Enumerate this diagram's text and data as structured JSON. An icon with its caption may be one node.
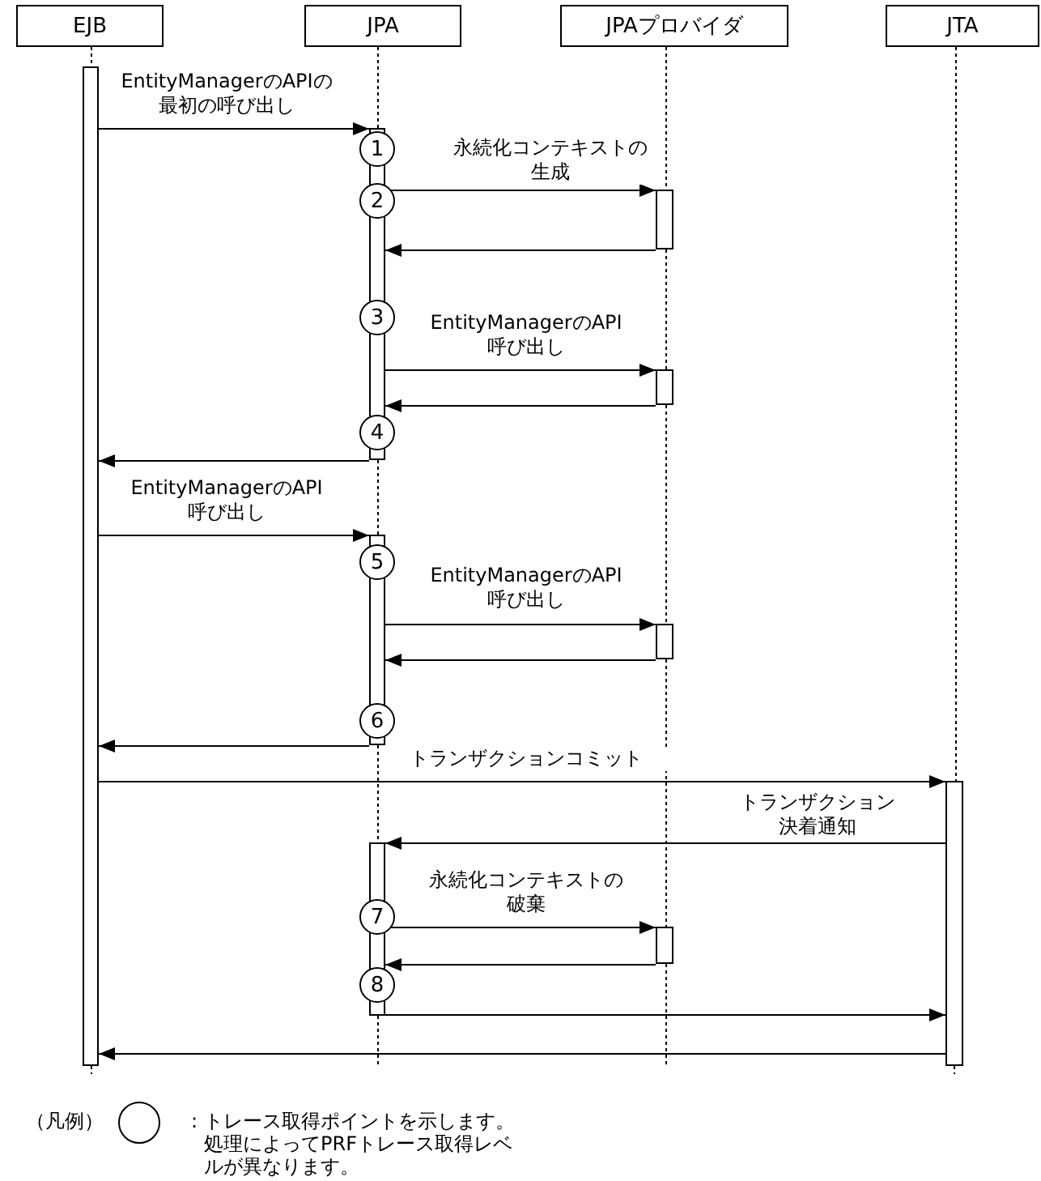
{
  "diagram": {
    "nodes": [
      {
        "text": [
          "EJB"
        ]
      },
      {
        "text": [
          "JPA"
        ]
      },
      {
        "text": [
          "JPAプロバイダ"
        ]
      },
      {
        "text": [
          "JTA"
        ]
      },
      {
        "text": [],
        "shape": "bar"
      },
      {
        "text": [],
        "shape": "bar"
      },
      {
        "text": [
          "1"
        ]
      },
      {
        "text": [
          "2"
        ]
      },
      {
        "text": [],
        "shape": "bar"
      },
      {
        "text": [
          "3"
        ]
      },
      {
        "text": [],
        "shape": "bar"
      },
      {
        "text": [
          "4"
        ]
      },
      {
        "text": [],
        "shape": "bar"
      },
      {
        "text": [
          "5"
        ]
      },
      {
        "text": [],
        "shape": "bar"
      },
      {
        "text": [
          "6"
        ]
      },
      {
        "text": [],
        "shape": "bar"
      },
      {
        "text": [],
        "shape": "bar"
      },
      {
        "text": [
          "7"
        ]
      },
      {
        "text": [],
        "shape": "bar"
      },
      {
        "text": [
          "8"
        ]
      }
    ],
    "edges": [
      {
        "from": 4,
        "to": 5,
        "arrow": "to",
        "label": "EntityManagerのAPIの最初の呼び出し"
      },
      {
        "from": 5,
        "to": 8,
        "arrow": "to",
        "label": "永続化コンテキストの生成"
      },
      {
        "from": 8,
        "to": 5,
        "arrow": "to"
      },
      {
        "from": 5,
        "to": 10,
        "arrow": "to",
        "label": "EntityManagerのAPI呼び出し"
      },
      {
        "from": 10,
        "to": 5,
        "arrow": "to"
      },
      {
        "from": 5,
        "to": 4,
        "arrow": "to"
      },
      {
        "from": 4,
        "to": 12,
        "arrow": "to",
        "label": "EntityManagerのAPI呼び出し"
      },
      {
        "from": 12,
        "to": 14,
        "arrow": "to",
        "label": "EntityManagerのAPI呼び出し"
      },
      {
        "from": 14,
        "to": 12,
        "arrow": "to"
      },
      {
        "from": 12,
        "to": 4,
        "arrow": "to"
      },
      {
        "from": 4,
        "to": 16,
        "arrow": "to",
        "label": "トランザクションコミット"
      },
      {
        "from": 16,
        "to": 17,
        "arrow": "to",
        "label": "トランザクション決着通知"
      },
      {
        "from": 17,
        "to": 19,
        "arrow": "to",
        "label": "永続化コンテキストの破棄"
      },
      {
        "from": 19,
        "to": 17,
        "arrow": "to"
      },
      {
        "from": 17,
        "to": 16,
        "arrow": "to"
      },
      {
        "from": 16,
        "to": 4,
        "arrow": "to"
      },
      {
        "from": 0,
        "to": 4,
        "arrow": "none",
        "style": "dashed"
      },
      {
        "from": 1,
        "to": 5,
        "arrow": "none",
        "style": "dashed"
      },
      {
        "from": 5,
        "to": 12,
        "arrow": "none",
        "style": "dashed"
      },
      {
        "from": 12,
        "to": 17,
        "arrow": "none",
        "style": "dashed"
      },
      {
        "from": 2,
        "to": 8,
        "arrow": "none",
        "style": "dashed"
      },
      {
        "from": 8,
        "to": 10,
        "arrow": "none",
        "style": "dashed"
      },
      {
        "from": 10,
        "to": 14,
        "arrow": "none",
        "style": "dashed"
      },
      {
        "from": 14,
        "to": 19,
        "arrow": "none",
        "style": "dashed"
      },
      {
        "from": 3,
        "to": 16,
        "arrow": "none",
        "style": "dashed"
      }
    ],
    "labels": [
      "（凡例）",
      ":"
    ],
    "legend": [
      {
        "text": "トレース取得ポイントを示します。処理によってPRFトレース取得レベルが異なります。"
      }
    ]
  }
}
